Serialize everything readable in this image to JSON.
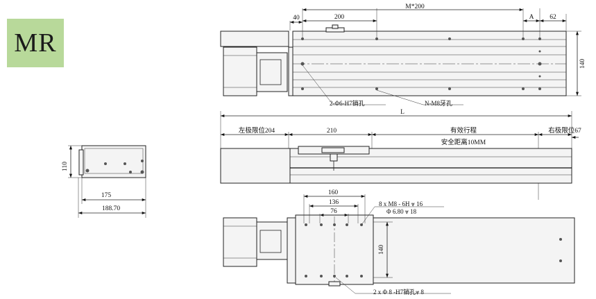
{
  "badge": {
    "text": "MR",
    "color": "#b8d99a"
  },
  "top_view": {
    "dims": {
      "left_offset": "40",
      "pitch": "200",
      "pitch_count": "M*200",
      "end_a": "A",
      "end": "62",
      "width": "140"
    },
    "callouts": {
      "pin_holes": "2-Φ6-H7销孔",
      "tapped_holes": "N-M8牙孔"
    }
  },
  "side_view": {
    "dims": {
      "total_length": "L",
      "left_limit": "左极限位204",
      "carriage": "210",
      "effective_stroke": "有效行程",
      "safety": "安全距离10MM",
      "right_limit": "右极限位67"
    }
  },
  "end_view": {
    "dims": {
      "height": "110",
      "body_width": "175",
      "overall_width": "188.70"
    }
  },
  "bottom_view": {
    "dims": {
      "d160": "160",
      "d136": "136",
      "d76": "76",
      "carriage_width": "140"
    },
    "callouts": {
      "thread": "8 x  M8 - 6H ⩔ 16",
      "drill": "Φ  6.80 ⩔ 18",
      "pins": "2 x Φ 8 -H7销孔⩔ 8"
    }
  }
}
